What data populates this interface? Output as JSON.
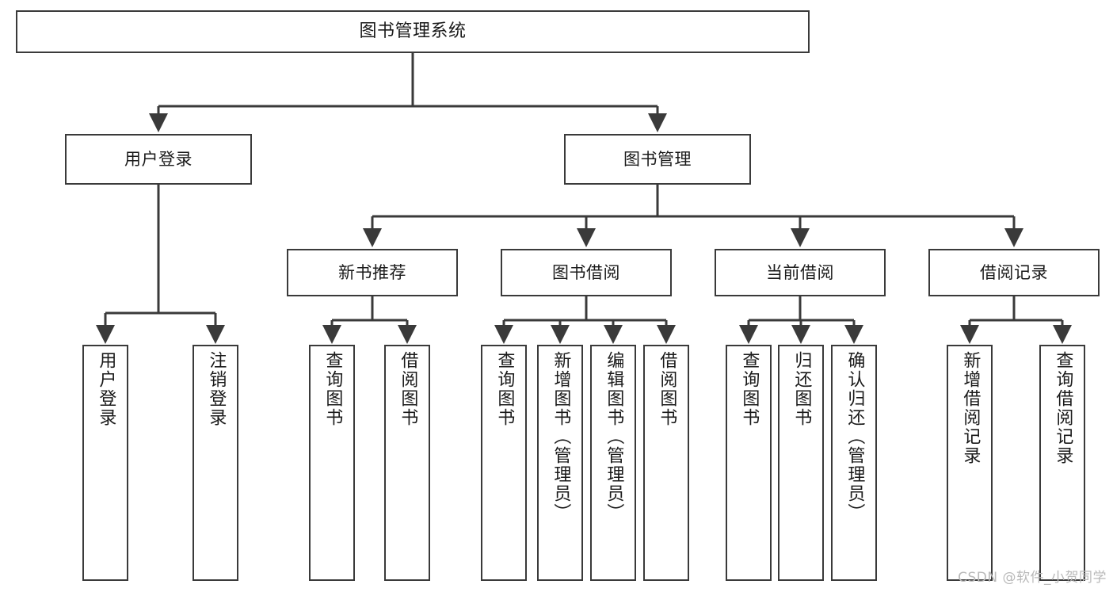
{
  "diagram": {
    "title": "图书管理系统",
    "type": "hierarchy-tree",
    "root": {
      "id": "root",
      "label": "图书管理系统"
    },
    "level1": [
      {
        "id": "user-login",
        "label": "用户登录"
      },
      {
        "id": "book-manage",
        "label": "图书管理"
      }
    ],
    "level2": [
      {
        "id": "new-book-rec",
        "label": "新书推荐"
      },
      {
        "id": "book-borrow",
        "label": "图书借阅"
      },
      {
        "id": "current-borrow",
        "label": "当前借阅"
      },
      {
        "id": "borrow-record",
        "label": "借阅记录"
      }
    ],
    "leaves": {
      "user_login": [
        {
          "id": "leaf-user-login",
          "label": "用户登录"
        },
        {
          "id": "leaf-logout-login",
          "label": "注销登录"
        }
      ],
      "new_book_rec": [
        {
          "id": "leaf-query-book-1",
          "label": "查询图书"
        },
        {
          "id": "leaf-borrow-book-1",
          "label": "借阅图书"
        }
      ],
      "book_borrow": [
        {
          "id": "leaf-query-book-2",
          "label": "查询图书"
        },
        {
          "id": "leaf-add-book",
          "label": "新增图书（管理员）"
        },
        {
          "id": "leaf-edit-book",
          "label": "编辑图书（管理员）"
        },
        {
          "id": "leaf-borrow-book-2",
          "label": "借阅图书"
        }
      ],
      "current_borrow": [
        {
          "id": "leaf-query-book-3",
          "label": "查询图书"
        },
        {
          "id": "leaf-return-book",
          "label": "归还图书"
        },
        {
          "id": "leaf-confirm-return",
          "label": "确认归还（管理员）"
        }
      ],
      "borrow_record": [
        {
          "id": "leaf-add-record",
          "label": "新增借阅记录"
        },
        {
          "id": "leaf-query-record",
          "label": "查询借阅记录"
        }
      ]
    }
  },
  "watermark": {
    "text": "CSDN @软件_小贺同学"
  },
  "colors": {
    "stroke": "#3a3a3a",
    "background": "#ffffff",
    "text": "#1a1a1a",
    "watermark": "#b9b9b9"
  }
}
